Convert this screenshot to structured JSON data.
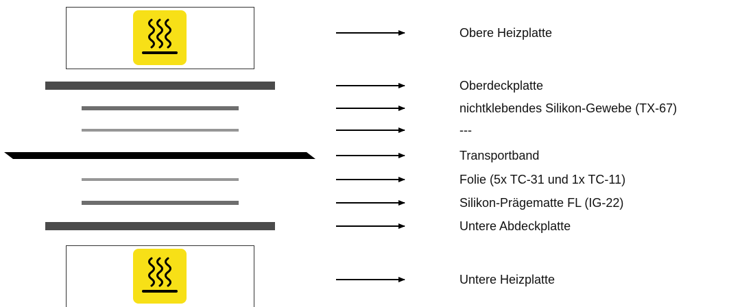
{
  "colors": {
    "plate_dark": "#4b4b4b",
    "layer_mid": "#6e6e6e",
    "layer_light": "#969696",
    "belt": "#000000",
    "heater_box_border": "#333333",
    "heat_symbol_bg": "#f7e017",
    "heat_symbol_stroke": "#000000",
    "arrow": "#000000"
  },
  "icons": {
    "heat": "heat-warning-icon",
    "arrow": "arrow-right-icon"
  },
  "layers": [
    {
      "id": "upper-heating-plate",
      "kind": "heater",
      "label": "Obere Heizplatte"
    },
    {
      "id": "upper-cover-plate",
      "kind": "thick-plate",
      "label": "Oberdeckplatte"
    },
    {
      "id": "non-stick-silicone-fabric",
      "kind": "medium-layer",
      "label": "nichtklebendes Silikon-Gewebe (TX-67)"
    },
    {
      "id": "empty-layer",
      "kind": "light-layer",
      "label": "---"
    },
    {
      "id": "conveyor-belt",
      "kind": "belt",
      "label": "Transportband"
    },
    {
      "id": "foil",
      "kind": "light-layer",
      "label": "Folie (5x TC-31 und 1x TC-11)"
    },
    {
      "id": "silicone-embossing-mat",
      "kind": "medium-layer",
      "label": "Silikon-Prägematte FL (IG-22)"
    },
    {
      "id": "lower-cover-plate",
      "kind": "thick-plate",
      "label": "Untere Abdeckplatte"
    },
    {
      "id": "lower-heating-plate",
      "kind": "heater",
      "label": "Untere Heizplatte"
    }
  ]
}
